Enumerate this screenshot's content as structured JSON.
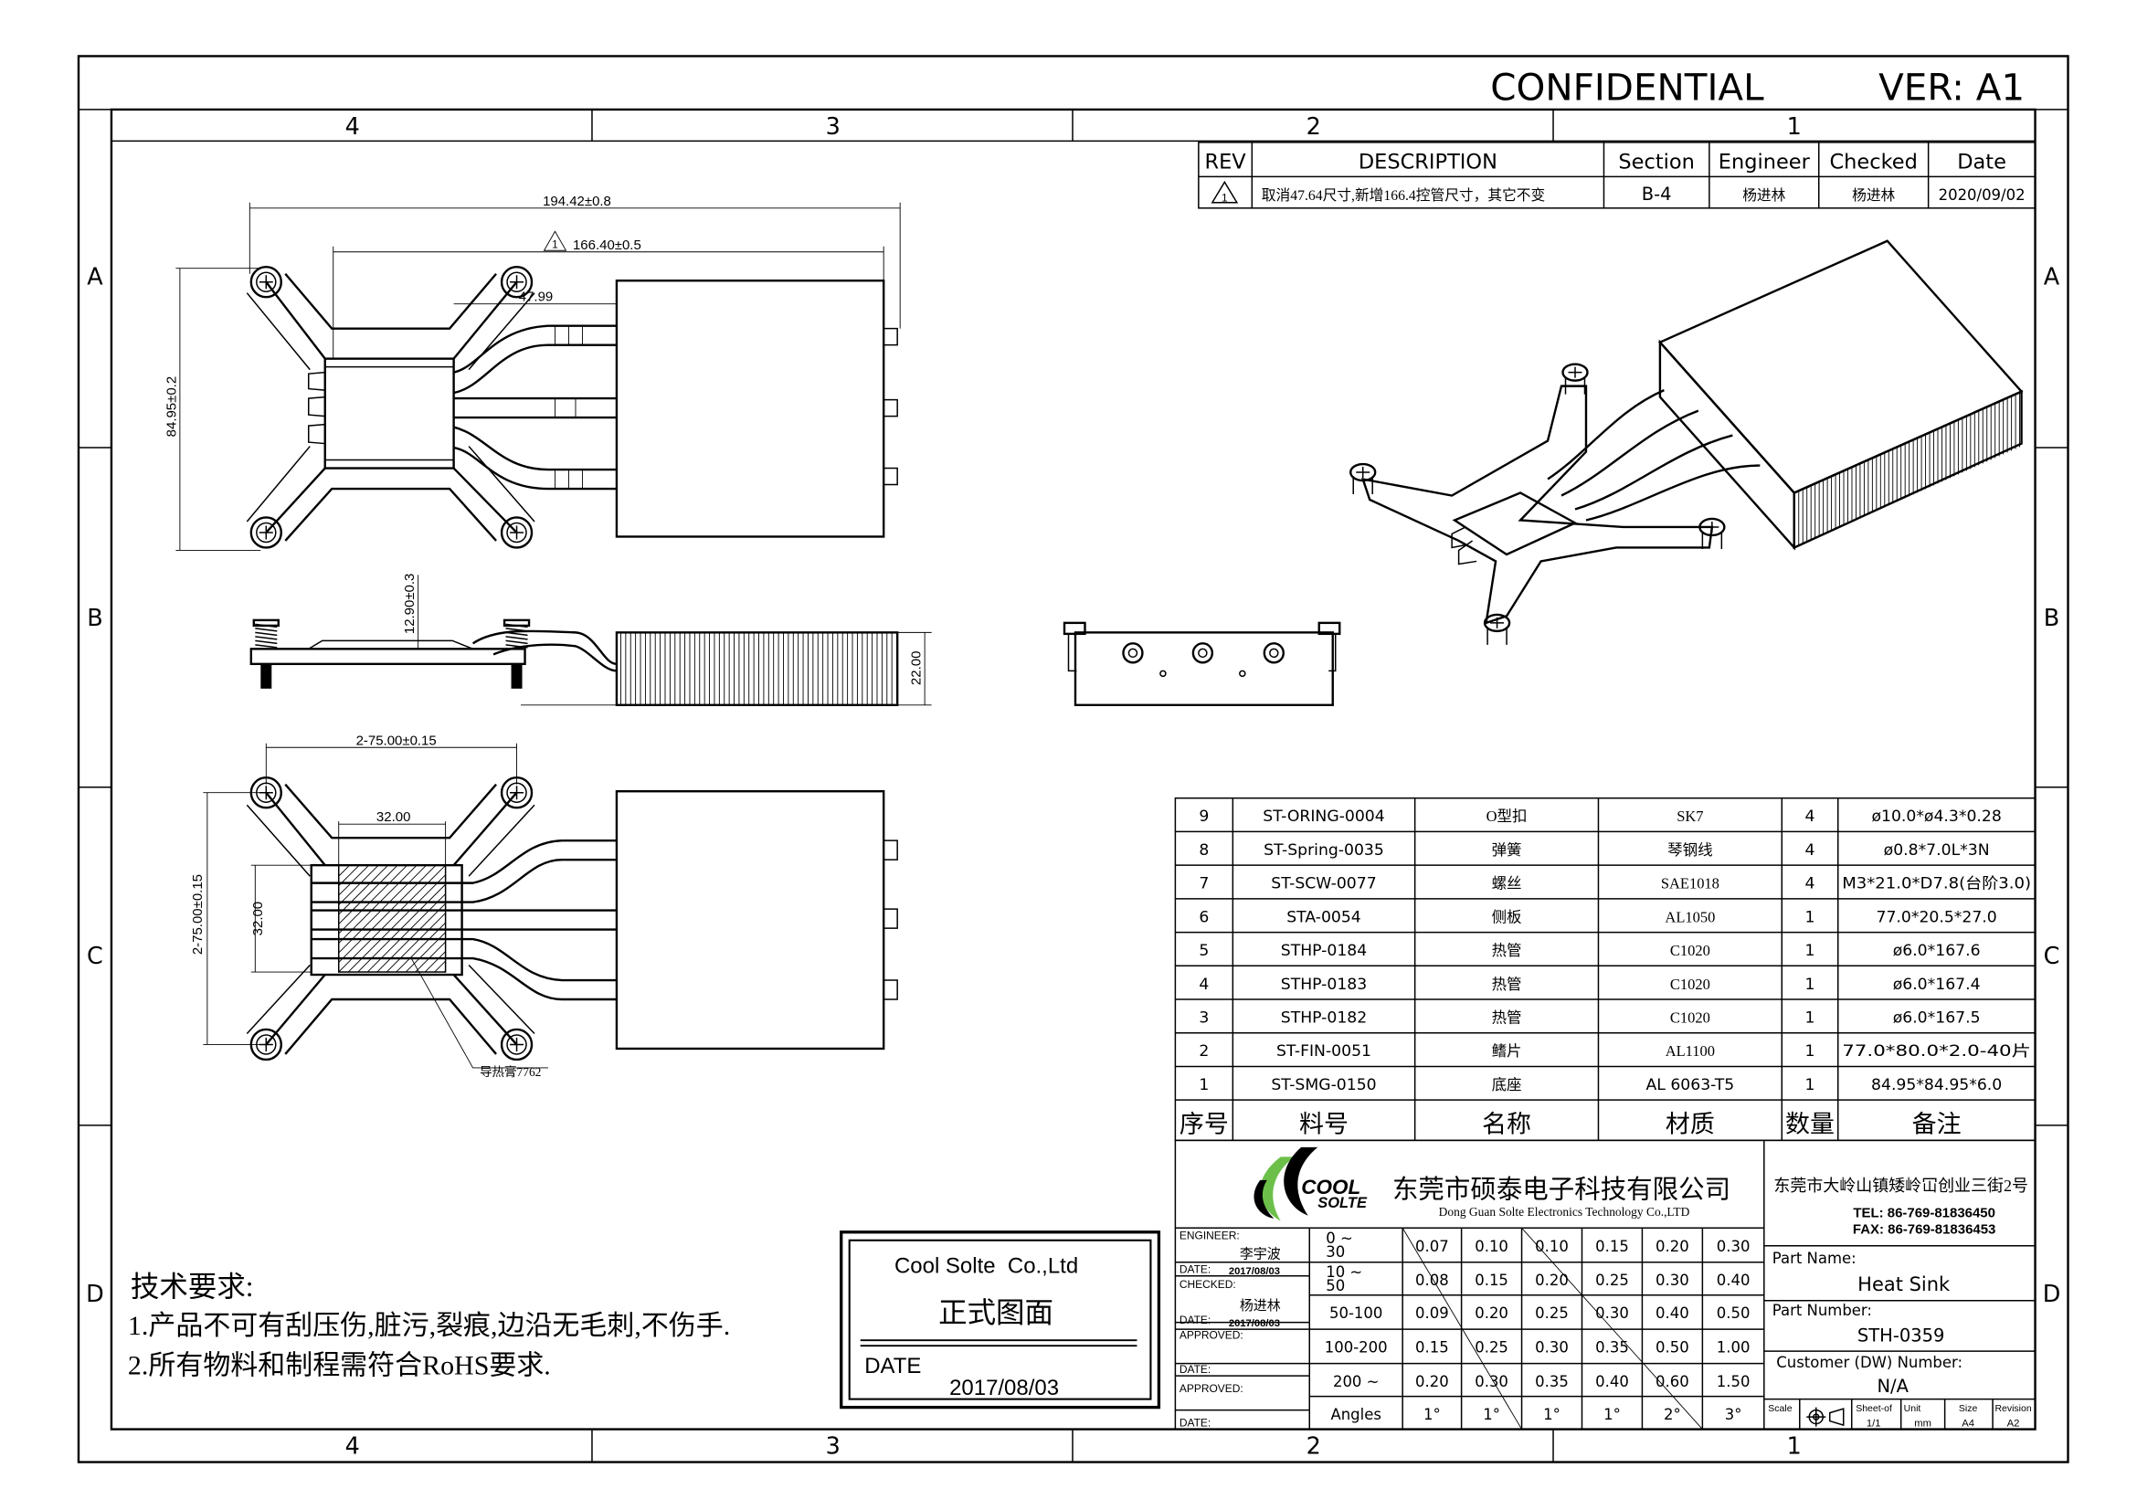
{
  "header": {
    "confidential": "CONFIDENTIAL",
    "version": "VER: A1"
  },
  "grid": {
    "columns": [
      "4",
      "3",
      "2",
      "1"
    ],
    "rows": [
      "A",
      "B",
      "C",
      "D"
    ]
  },
  "revision": {
    "headers": [
      "REV",
      "DESCRIPTION",
      "Section",
      "Engineer",
      "Checked",
      "Date"
    ],
    "rows": [
      {
        "rev": "1",
        "description": "取消47.64尺寸,新增166.4控管尺寸，其它不变",
        "section": "B-4",
        "engineer": "杨进林",
        "checked": "杨进林",
        "date": "2020/09/02"
      }
    ]
  },
  "dimensions": {
    "overall_length": "194.42±0.8",
    "pipe_length": "166.40±0.5",
    "rev_mark": "1",
    "gap": "47.99",
    "height": "84.95±0.2",
    "base_height": "12.90±0.3",
    "fin_height": "22.00",
    "hole_spacing_h": "2-75.00±0.15",
    "hole_spacing_v": "2-75.00±0.15",
    "paste_width": "32.00",
    "paste_height": "32.00",
    "paste_label": "导热膏7762"
  },
  "bom": {
    "headers": [
      "序号",
      "料号",
      "名称",
      "材质",
      "数量",
      "备注"
    ],
    "rows": [
      [
        "9",
        "ST-ORING-0004",
        "O型扣",
        "SK7",
        "4",
        "ø10.0*ø4.3*0.28"
      ],
      [
        "8",
        "ST-Spring-0035",
        "弹簧",
        "琴钢线",
        "4",
        "ø0.8*7.0L*3N"
      ],
      [
        "7",
        "ST-SCW-0077",
        "螺丝",
        "SAE1018",
        "4",
        "M3*21.0*D7.8(台阶3.0)"
      ],
      [
        "6",
        "STA-0054",
        "侧板",
        "AL1050",
        "1",
        "77.0*20.5*27.0"
      ],
      [
        "5",
        "STHP-0184",
        "热管",
        "C1020",
        "1",
        "ø6.0*167.6"
      ],
      [
        "4",
        "STHP-0183",
        "热管",
        "C1020",
        "1",
        "ø6.0*167.4"
      ],
      [
        "3",
        "STHP-0182",
        "热管",
        "C1020",
        "1",
        "ø6.0*167.5"
      ],
      [
        "2",
        "ST-FIN-0051",
        "鳍片",
        "AL1100",
        "1",
        "77.0*80.0*2.0-40片"
      ],
      [
        "1",
        "ST-SMG-0150",
        "底座",
        "AL 6063-T5",
        "1",
        "84.95*84.95*6.0"
      ]
    ]
  },
  "company": {
    "logo_text": "COOL SOLTE",
    "name_cn": "东莞市硕泰电子科技有限公司",
    "name_en": "Dong Guan Solte Electronics Technology Co.,LTD",
    "address": "东莞市大岭山镇矮岭冚创业三街2号",
    "tel": "TEL: 86-769-81836450",
    "fax": "FAX: 86-769-81836453",
    "colors": {
      "green": "#6cc04a",
      "black": "#000000"
    }
  },
  "signoff": {
    "engineer_label": "ENGINEER:",
    "engineer": "李宇波",
    "date_label": "DATE:",
    "engineer_date": "2017/08/03",
    "checked_label": "CHECKED:",
    "checked": "杨进林",
    "checked_date": "2017/08/03",
    "approved_label": "APPROVED:"
  },
  "tolerance": {
    "rows": [
      {
        "range": [
          "0 ~",
          "30"
        ],
        "values": [
          "0.07",
          "0.10",
          "0.10",
          "0.15",
          "0.20",
          "0.30"
        ]
      },
      {
        "range": [
          "10 ~",
          "50"
        ],
        "values": [
          "0.08",
          "0.15",
          "0.20",
          "0.25",
          "0.30",
          "0.40"
        ]
      },
      {
        "range": [
          "50-100"
        ],
        "values": [
          "0.09",
          "0.20",
          "0.25",
          "0.30",
          "0.40",
          "0.50"
        ]
      },
      {
        "range": [
          "100-200"
        ],
        "values": [
          "0.15",
          "0.25",
          "0.30",
          "0.35",
          "0.50",
          "1.00"
        ]
      },
      {
        "range": [
          "200 ~"
        ],
        "values": [
          "0.20",
          "0.30",
          "0.35",
          "0.40",
          "0.60",
          "1.50"
        ]
      },
      {
        "range": [
          "Angles"
        ],
        "values": [
          "1°",
          "1°",
          "1°",
          "1°",
          "2°",
          "3°"
        ]
      }
    ]
  },
  "part": {
    "name_label": "Part Name:",
    "name": "Heat Sink",
    "number_label": "Part Number:",
    "number": "STH-0359",
    "customer_label": "Customer (DW) Number:",
    "customer": "N/A",
    "scale_label": "Scale",
    "sheet_label": "Sheet-of",
    "sheet": "1/1",
    "unit_label": "Unit",
    "unit": "mm",
    "size_label": "Size",
    "size": "A4",
    "revision_label": "Revision",
    "revision": "A2"
  },
  "stamp": {
    "company": "Cool Solte  Co.,Ltd",
    "status": "正式图面",
    "date_label": "DATE",
    "date": "2017/08/03"
  },
  "notes": {
    "title": "技术要求:",
    "items": [
      "1.产品不可有刮压伤,脏污,裂痕,边沿无毛刺,不伤手.",
      "2.所有物料和制程需符合RoHS要求."
    ]
  }
}
